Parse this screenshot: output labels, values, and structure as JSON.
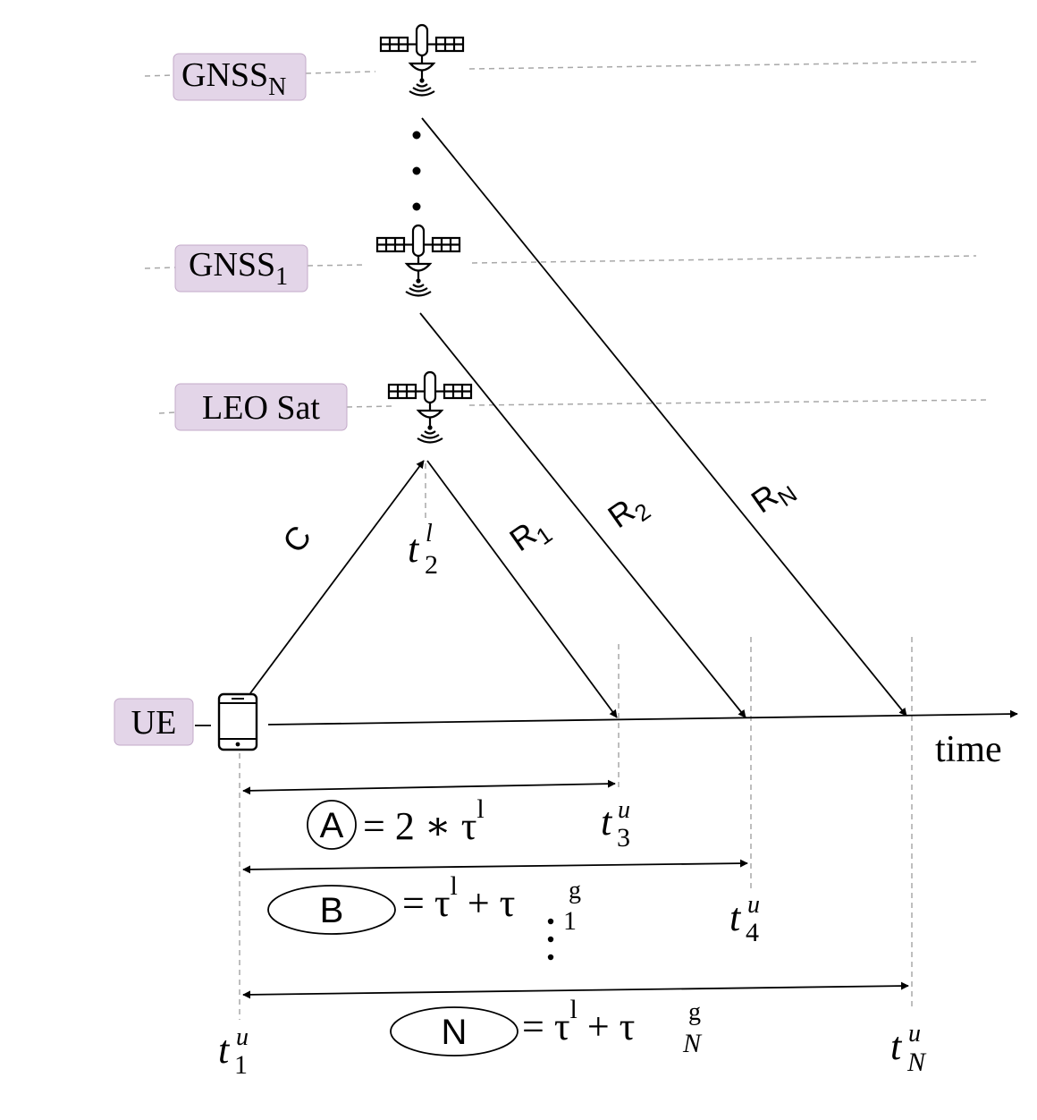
{
  "labels": {
    "gnss_n": "GNSS",
    "gnss_n_sub": "N",
    "gnss_1": "GNSS",
    "gnss_1_sub": "1",
    "leo": "LEO Sat",
    "ue": "UE",
    "time": "time"
  },
  "links": {
    "c": "C",
    "r1": "R",
    "r1_sub": "1",
    "r2": "R",
    "r2_sub": "2",
    "rn": "R",
    "rn_sub": "N"
  },
  "timestamps": {
    "t2l": {
      "base": "t",
      "sup": "l",
      "sub": "2"
    },
    "t1u": {
      "base": "t",
      "sup": "u",
      "sub": "1"
    },
    "t3u": {
      "base": "t",
      "sup": "u",
      "sub": "3"
    },
    "t4u": {
      "base": "t",
      "sup": "u",
      "sub": "4"
    },
    "tnu": {
      "base": "t",
      "sup": "u",
      "sub": "N"
    }
  },
  "equations": {
    "a": {
      "marker": "A",
      "text": "= 2 ∗ τ",
      "sup": "l"
    },
    "b": {
      "marker": "B",
      "text": "= τ",
      "sup1": "l",
      "plus": " + τ",
      "sup2": "g",
      "sub2": "1"
    },
    "n": {
      "marker": "N",
      "text": "= τ",
      "sup1": "l",
      "plus": " + τ",
      "sup2": "g",
      "sub2": "N"
    }
  },
  "icons": [
    "satellite-icon",
    "antenna-signal-icon",
    "smartphone-icon",
    "ellipsis-dots-icon"
  ]
}
